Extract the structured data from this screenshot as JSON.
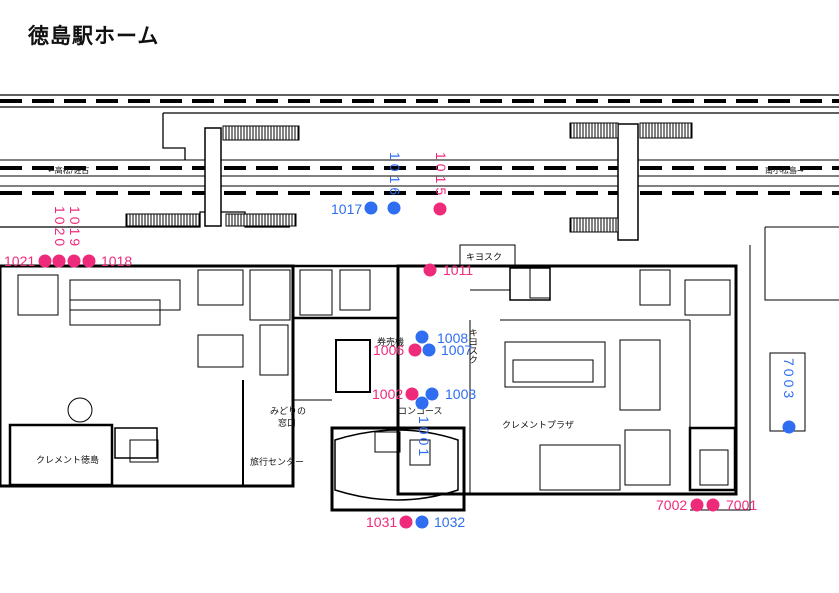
{
  "title": "徳島駅ホーム",
  "colors": {
    "pink": "#ee2a7b",
    "blue": "#2f6ef0",
    "wall": "#000000"
  },
  "directions": {
    "west": "←高松/佐古",
    "east": "南小松島→"
  },
  "rooms": {
    "kiosk_top": "キヨスク",
    "kiosk_side": "キヨスク",
    "ticket_machine": "券売機",
    "midori_line1": "みどりの",
    "midori_line2": "窓口",
    "travel_center": "旅行センター",
    "concourse": "コンコース",
    "clement_plaza": "クレメントプラザ",
    "clement_tokushima": "クレメント徳島"
  },
  "labels": {
    "l1016": "1016",
    "l1015": "1015",
    "l1017": "1017",
    "l1020": "1020",
    "l1019": "1019",
    "l1021": "1021",
    "l1018": "1018",
    "l1011": "1011",
    "l1008": "1008",
    "l1007": "1007",
    "l1006": "1006",
    "l1002": "1002",
    "l1003": "1003",
    "l1001": "1001",
    "l1031": "1031",
    "l1032": "1032",
    "l7003": "7003",
    "l7002": "7002",
    "l7001": "7001"
  }
}
